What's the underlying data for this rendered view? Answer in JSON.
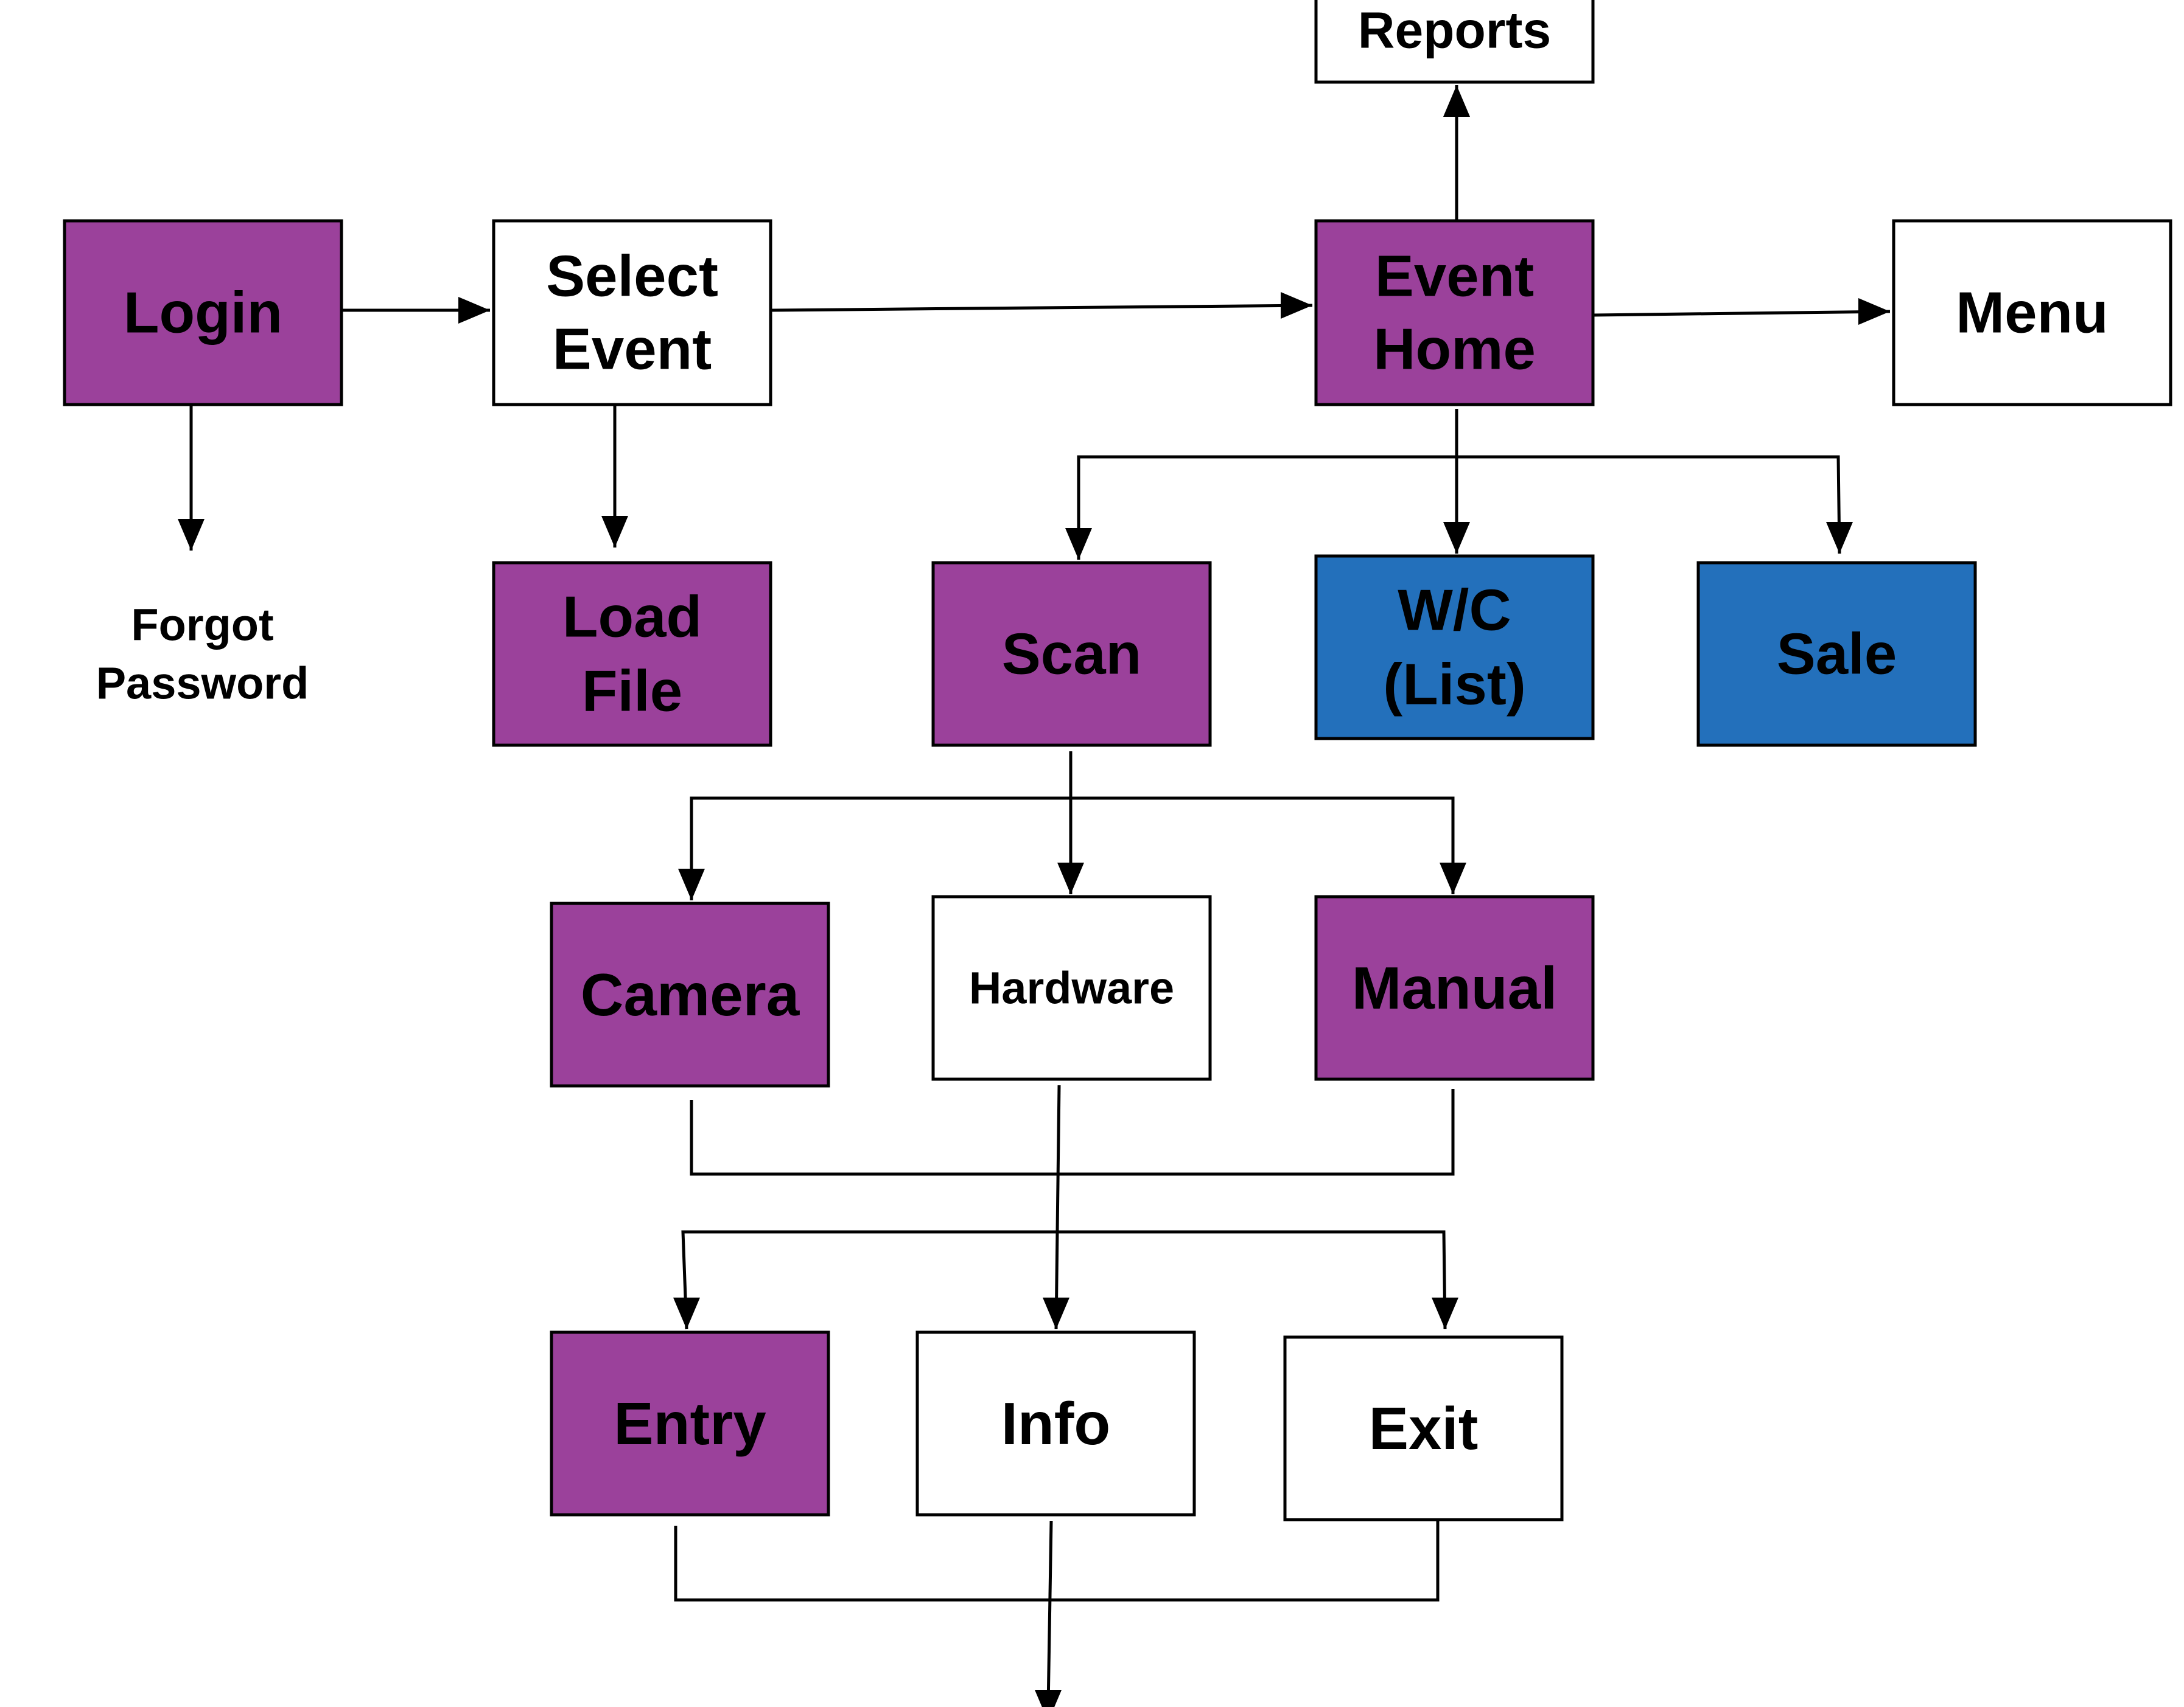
{
  "colors": {
    "purple": "#9B419B",
    "blue": "#2370BB",
    "white": "#FFFFFF",
    "stroke": "#000000"
  },
  "nodes": [
    {
      "id": "reports",
      "lines": [
        "Reports"
      ],
      "fill": "white"
    },
    {
      "id": "login",
      "lines": [
        "Login"
      ],
      "fill": "purple"
    },
    {
      "id": "select-event",
      "lines": [
        "Select",
        "Event"
      ],
      "fill": "white"
    },
    {
      "id": "event-home",
      "lines": [
        "Event",
        "Home"
      ],
      "fill": "purple"
    },
    {
      "id": "menu",
      "lines": [
        "Menu"
      ],
      "fill": "white"
    },
    {
      "id": "forgot-password",
      "lines": [
        "Forgot",
        "Password"
      ],
      "fill": "none"
    },
    {
      "id": "load-file",
      "lines": [
        "Load",
        "File"
      ],
      "fill": "purple"
    },
    {
      "id": "scan",
      "lines": [
        "Scan"
      ],
      "fill": "purple"
    },
    {
      "id": "wc-list",
      "lines": [
        "W/C",
        "(List)"
      ],
      "fill": "blue"
    },
    {
      "id": "sale",
      "lines": [
        "Sale"
      ],
      "fill": "blue"
    },
    {
      "id": "camera",
      "lines": [
        "Camera"
      ],
      "fill": "purple"
    },
    {
      "id": "hardware",
      "lines": [
        "Hardware"
      ],
      "fill": "white"
    },
    {
      "id": "manual",
      "lines": [
        "Manual"
      ],
      "fill": "purple"
    },
    {
      "id": "entry",
      "lines": [
        "Entry"
      ],
      "fill": "purple"
    },
    {
      "id": "info",
      "lines": [
        "Info"
      ],
      "fill": "white"
    },
    {
      "id": "exit",
      "lines": [
        "Exit"
      ],
      "fill": "white"
    }
  ],
  "edges": [
    {
      "from": "login",
      "to": "select-event"
    },
    {
      "from": "select-event",
      "to": "event-home"
    },
    {
      "from": "event-home",
      "to": "menu"
    },
    {
      "from": "event-home",
      "to": "reports"
    },
    {
      "from": "login",
      "to": "forgot-password"
    },
    {
      "from": "select-event",
      "to": "load-file"
    },
    {
      "from": "event-home",
      "to": "scan"
    },
    {
      "from": "event-home",
      "to": "wc-list"
    },
    {
      "from": "event-home",
      "to": "sale"
    },
    {
      "from": "scan",
      "to": "camera"
    },
    {
      "from": "scan",
      "to": "hardware"
    },
    {
      "from": "scan",
      "to": "manual"
    },
    {
      "from": "camera",
      "to": "entry"
    },
    {
      "from": "camera",
      "to": "info"
    },
    {
      "from": "camera",
      "to": "exit"
    },
    {
      "from": "hardware",
      "to": "entry"
    },
    {
      "from": "hardware",
      "to": "info"
    },
    {
      "from": "hardware",
      "to": "exit"
    },
    {
      "from": "manual",
      "to": "entry"
    },
    {
      "from": "manual",
      "to": "info"
    },
    {
      "from": "manual",
      "to": "exit"
    },
    {
      "from": "entry",
      "to": "off-page"
    },
    {
      "from": "info",
      "to": "off-page"
    },
    {
      "from": "exit",
      "to": "off-page"
    }
  ]
}
